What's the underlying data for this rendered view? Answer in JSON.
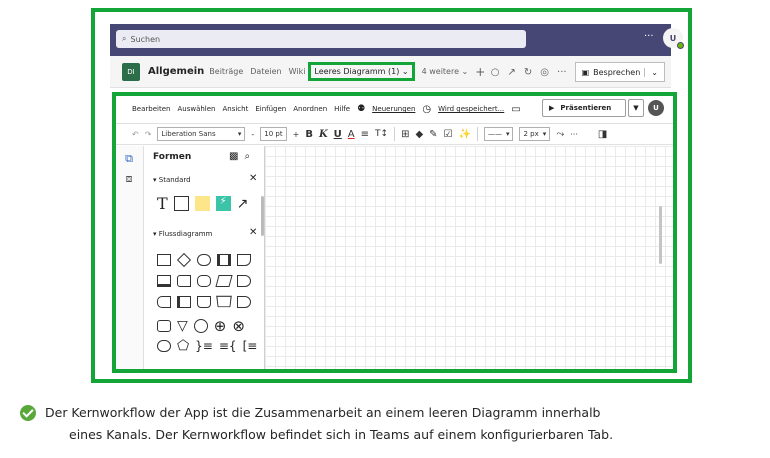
{
  "teams": {
    "search_placeholder": "Suchen",
    "more": "···",
    "user_initial": "U",
    "channel_icon": "DI",
    "channel_name": "Allgemein",
    "tabs": [
      "Beiträge",
      "Dateien",
      "Wiki"
    ],
    "active_tab": "Leeres Diagramm (1)",
    "more_tabs": "4 weitere",
    "meet_label": "Besprechen"
  },
  "app": {
    "menu": [
      "Bearbeiten",
      "Auswählen",
      "Ansicht",
      "Einfügen",
      "Anordnen",
      "Hilfe"
    ],
    "news": "Neuerungen",
    "saved": "Wird gespeichert...",
    "present": "Präsentieren",
    "user_initial": "U",
    "font_name": "Liberation Sans",
    "font_size": "10 pt",
    "line_width": "2 px",
    "panel_title": "Formen",
    "section_standard": "Standard",
    "section_flow": "Flussdiagramm"
  },
  "caption": {
    "line1": "Der Kernworkflow der App ist die Zusammenarbeit an einem leeren Diagramm innerhalb",
    "line2": "eines Kanals. Der Kernworkflow befindet sich in Teams auf einem konfigurierbaren Tab."
  },
  "colors": {
    "highlight": "#13a538",
    "teams_purple": "#464775"
  }
}
